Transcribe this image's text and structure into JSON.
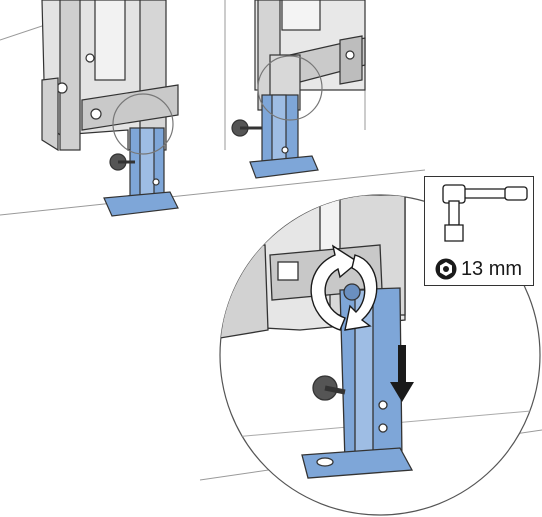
{
  "tool": {
    "icon": "socket-wrench-icon",
    "size_label": "13 mm",
    "nut_icon": "hex-nut-icon"
  },
  "steps": [
    {
      "name": "frame-left-detail-circle"
    },
    {
      "name": "frame-right-detail-circle"
    },
    {
      "name": "magnified-detail-circle"
    }
  ],
  "colors": {
    "frame_gray": "#d4d4d4",
    "foot_blue": "#7ea6d8",
    "outline": "#333333",
    "arrow": "#1a1a1a"
  }
}
